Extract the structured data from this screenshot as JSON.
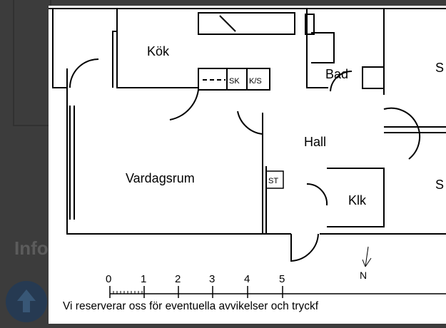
{
  "background": {
    "section_title": "Info"
  },
  "floorplan": {
    "rooms": {
      "kitchen": "Kök",
      "bathroom": "Bad",
      "hall": "Hall",
      "living_room": "Vardagsrum",
      "closet": "Klk",
      "bedroom_top": "S",
      "bedroom_bottom": "S"
    },
    "fixtures": {
      "sink": "SK",
      "fridge_freezer": "K/S",
      "storage": "ST"
    },
    "compass": "N",
    "scale_labels": [
      "0",
      "1",
      "2",
      "3",
      "4",
      "5"
    ],
    "disclaimer": "Vi reserverar oss för eventuella avvikelser och tryckf"
  }
}
